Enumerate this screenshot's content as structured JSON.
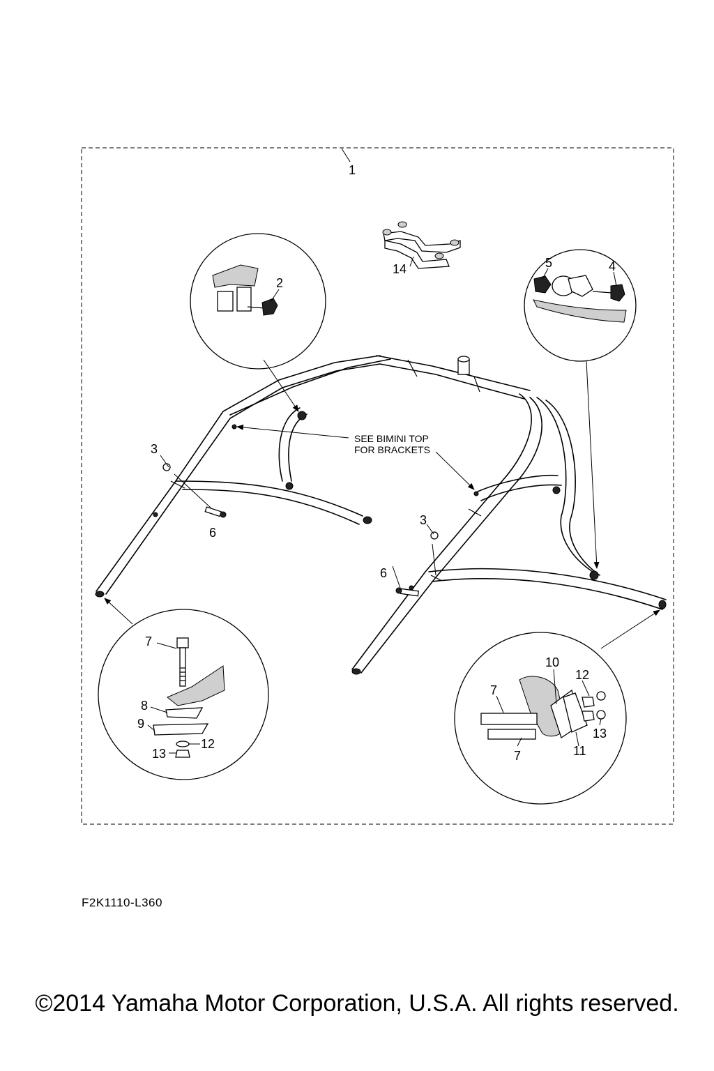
{
  "callouts": {
    "c1": "1",
    "c2": "2",
    "c3a": "3",
    "c3b": "3",
    "c4": "4",
    "c5": "5",
    "c6a": "6",
    "c6b": "6",
    "c7a": "7",
    "c7b": "7",
    "c7c": "7",
    "c8": "8",
    "c9": "9",
    "c10": "10",
    "c11": "11",
    "c12a": "12",
    "c12b": "12",
    "c13a": "13",
    "c13b": "13",
    "c14": "14"
  },
  "note": {
    "line1": "SEE BIMINI TOP",
    "line2": "FOR BRACKETS"
  },
  "drawing_code": "F2K1110-L360",
  "copyright": "©2014 Yamaha Motor Corporation, U.S.A. All rights reserved."
}
